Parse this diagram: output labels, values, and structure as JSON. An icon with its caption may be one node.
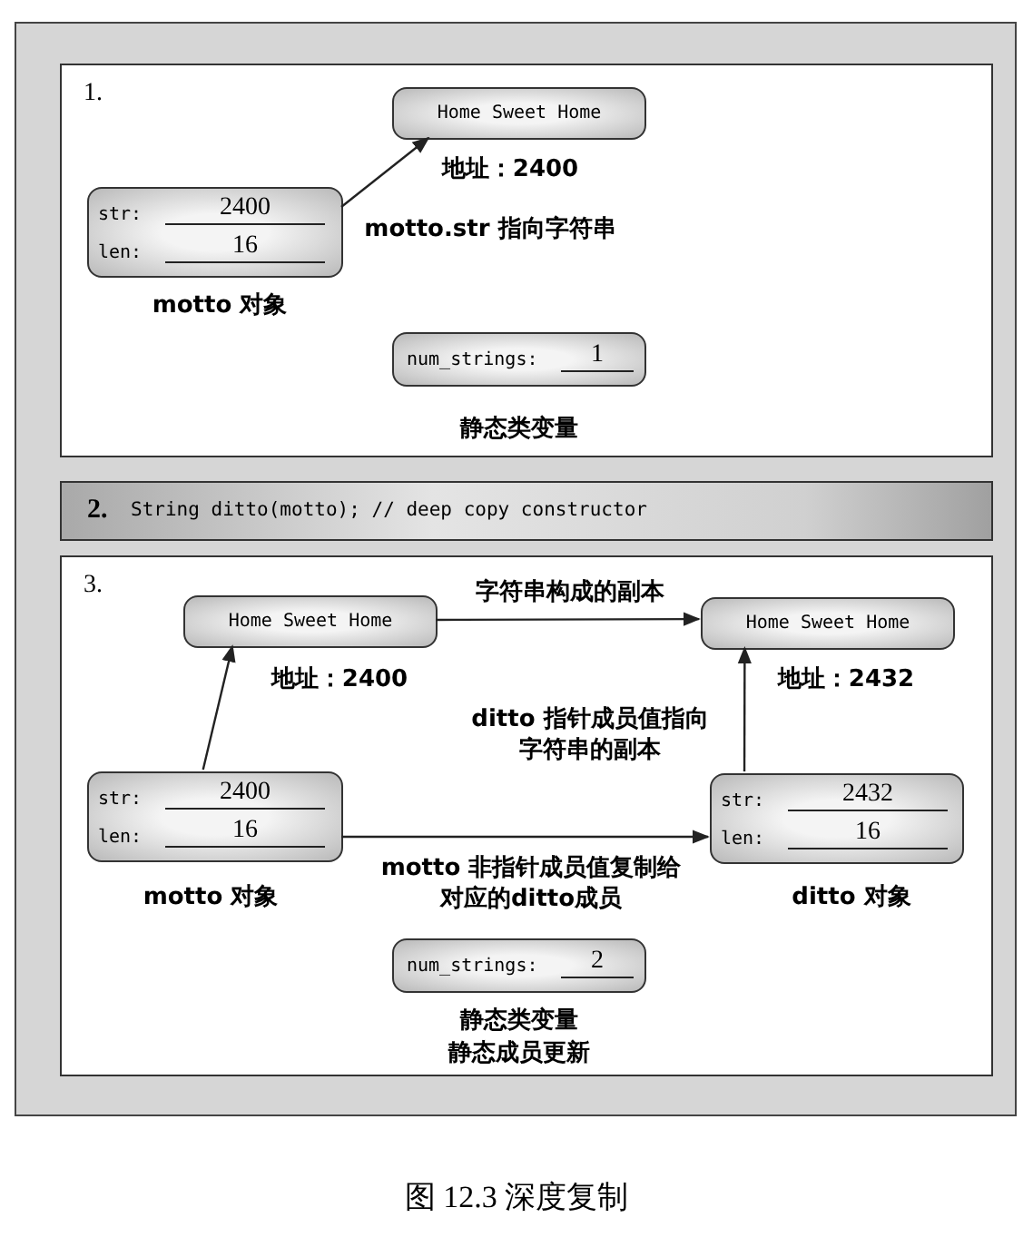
{
  "diagram": {
    "caption": "图 12.3 深度复制",
    "nodes": [
      {
        "text": [
          "1."
        ]
      },
      {
        "text": [
          "Home Sweet Home"
        ],
        "in": 0,
        "beside": [
          "地址：2400"
        ]
      },
      {
        "text": [
          "str:",
          "2400",
          "len:",
          "16"
        ],
        "in": 0,
        "beside": [
          "motto 对象"
        ]
      },
      {
        "text": [
          "num_strings:",
          "1"
        ],
        "in": 0,
        "beside": [
          "静态类变量"
        ]
      },
      {
        "text": [
          "2.",
          "String ditto(motto); // deep copy constructor"
        ]
      },
      {
        "text": [
          "3."
        ]
      },
      {
        "text": [
          "Home Sweet Home"
        ],
        "in": 5,
        "beside": [
          "地址：2400"
        ]
      },
      {
        "text": [
          "Home Sweet Home"
        ],
        "in": 5,
        "beside": [
          "地址：2432"
        ]
      },
      {
        "text": [
          "str:",
          "2400",
          "len:",
          "16"
        ],
        "in": 5,
        "beside": [
          "motto 对象"
        ]
      },
      {
        "text": [
          "str:",
          "2432",
          "len:",
          "16"
        ],
        "in": 5,
        "beside": [
          "ditto 对象"
        ]
      },
      {
        "text": [
          "num_strings:",
          "2"
        ],
        "in": 5,
        "beside": [
          "静态类变量",
          "静态成员更新"
        ]
      }
    ],
    "edges": [
      {
        "from": 2,
        "to": 1,
        "arrow": "to",
        "label": "motto.str 指向字符串"
      },
      {
        "from": 6,
        "to": 7,
        "arrow": "to",
        "label": "字符串构成的副本"
      },
      {
        "from": 8,
        "to": 6,
        "arrow": "to"
      },
      {
        "from": 9,
        "to": 7,
        "arrow": "to",
        "label": "ditto 指针成员值指向字符串的副本"
      },
      {
        "from": 8,
        "to": 9,
        "arrow": "to",
        "label": "motto 非指针成员值复制给对应的ditto成员"
      }
    ]
  }
}
